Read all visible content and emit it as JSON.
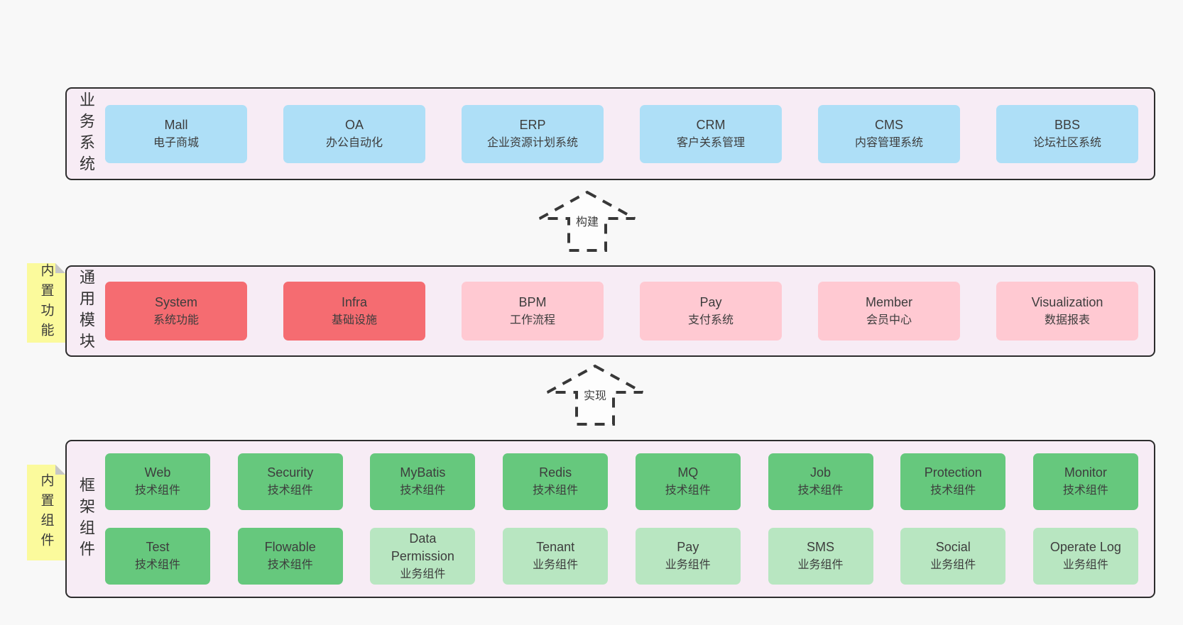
{
  "colors": {
    "page_background": "#f8f8f8",
    "container_background": "#f7ecf5",
    "container_border": "#2d2d2d",
    "blue_box": "#aedff7",
    "red_box": "#f56c71",
    "pink_box": "#ffc9d2",
    "green_box": "#66c87d",
    "light_green_box": "#b8e6c1",
    "sticky_note": "#fbfa9c",
    "note_fold": "#c6c6c6",
    "text": "#3d3d3d"
  },
  "arrows": [
    {
      "label": "构建"
    },
    {
      "label": "实现"
    }
  ],
  "layers": [
    {
      "label": "业务系统",
      "boxes": [
        {
          "en": "Mall",
          "zh": "电子商城",
          "type": "blue"
        },
        {
          "en": "OA",
          "zh": "办公自动化",
          "type": "blue"
        },
        {
          "en": "ERP",
          "zh": "企业资源计划系统",
          "type": "blue"
        },
        {
          "en": "CRM",
          "zh": "客户关系管理",
          "type": "blue"
        },
        {
          "en": "CMS",
          "zh": "内容管理系统",
          "type": "blue"
        },
        {
          "en": "BBS",
          "zh": "论坛社区系统",
          "type": "blue"
        }
      ]
    },
    {
      "label": "通用模块",
      "note": "内置功能",
      "boxes": [
        {
          "en": "System",
          "zh": "系统功能",
          "type": "red"
        },
        {
          "en": "Infra",
          "zh": "基础设施",
          "type": "red"
        },
        {
          "en": "BPM",
          "zh": "工作流程",
          "type": "pink"
        },
        {
          "en": "Pay",
          "zh": "支付系统",
          "type": "pink"
        },
        {
          "en": "Member",
          "zh": "会员中心",
          "type": "pink"
        },
        {
          "en": "Visualization",
          "zh": "数据报表",
          "type": "pink"
        }
      ]
    },
    {
      "label": "框架组件",
      "note": "内置组件",
      "rows": [
        [
          {
            "en": "Web",
            "zh": "技术组件",
            "type": "green"
          },
          {
            "en": "Security",
            "zh": "技术组件",
            "type": "green"
          },
          {
            "en": "MyBatis",
            "zh": "技术组件",
            "type": "green"
          },
          {
            "en": "Redis",
            "zh": "技术组件",
            "type": "green"
          },
          {
            "en": "MQ",
            "zh": "技术组件",
            "type": "green"
          },
          {
            "en": "Job",
            "zh": "技术组件",
            "type": "green"
          },
          {
            "en": "Protection",
            "zh": "技术组件",
            "type": "green"
          },
          {
            "en": "Monitor",
            "zh": "技术组件",
            "type": "green"
          }
        ],
        [
          {
            "en": "Test",
            "zh": "技术组件",
            "type": "green"
          },
          {
            "en": "Flowable",
            "zh": "技术组件",
            "type": "green"
          },
          {
            "en": "Data Permission",
            "zh": "业务组件",
            "type": "light-green"
          },
          {
            "en": "Tenant",
            "zh": "业务组件",
            "type": "light-green"
          },
          {
            "en": "Pay",
            "zh": "业务组件",
            "type": "light-green"
          },
          {
            "en": "SMS",
            "zh": "业务组件",
            "type": "light-green"
          },
          {
            "en": "Social",
            "zh": "业务组件",
            "type": "light-green"
          },
          {
            "en": "Operate Log",
            "zh": "业务组件",
            "type": "light-green"
          }
        ]
      ]
    }
  ]
}
